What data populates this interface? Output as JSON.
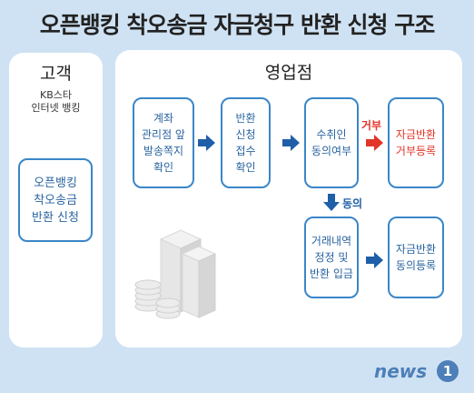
{
  "title": "오픈뱅킹 착오송금 자금청구 반환 신청 구조",
  "customer": {
    "title": "고객",
    "subtitle": "KB스타\n인터넷 뱅킹",
    "box": "오픈뱅킹\n착오송금\n반환 신청"
  },
  "branch": {
    "title": "영업점",
    "steps": {
      "step1": "계좌\n관리점 앞\n발송쪽지\n확인",
      "step2": "반환\n신청\n접수\n확인",
      "step3": "수취인\n동의여부",
      "step4_refuse": "자금반환\n거부등록",
      "step5": "거래내역\n정정 및\n반환 입금",
      "step6": "자금반환\n동의등록"
    },
    "labels": {
      "refuse": "거부",
      "agree": "동의"
    }
  },
  "logo": {
    "text": "news",
    "badge": "1"
  },
  "colors": {
    "background": "#cfe2f3",
    "box_border": "#3a86c8",
    "arrow_blue": "#1e5fa8",
    "accent_red": "#e2352a"
  }
}
